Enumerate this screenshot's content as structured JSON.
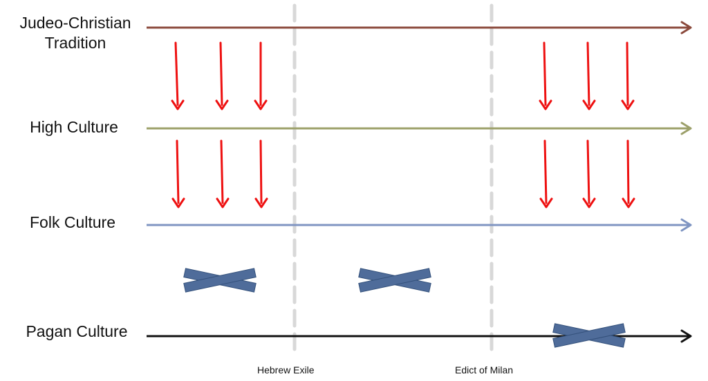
{
  "lanes": [
    {
      "id": "judeo-christian",
      "label_lines": [
        "Judeo-Christian",
        "Tradition"
      ],
      "color": "#8B4A3C"
    },
    {
      "id": "high-culture",
      "label_lines": [
        "High Culture"
      ],
      "color": "#9CA06A"
    },
    {
      "id": "folk-culture",
      "label_lines": [
        "Folk Culture"
      ],
      "color": "#7F95C2"
    },
    {
      "id": "pagan-culture",
      "label_lines": [
        "Pagan Culture"
      ],
      "color": "#111111"
    }
  ],
  "markers": [
    {
      "id": "hebrew-exile",
      "label": "Hebrew Exile"
    },
    {
      "id": "edict-of-milan",
      "label": "Edict of Milan"
    }
  ],
  "colors": {
    "influence_arrow": "#EE1111",
    "cross_fill": "#4F6C9A",
    "cross_stroke": "#33507A",
    "marker_line": "#D8D8D8"
  }
}
